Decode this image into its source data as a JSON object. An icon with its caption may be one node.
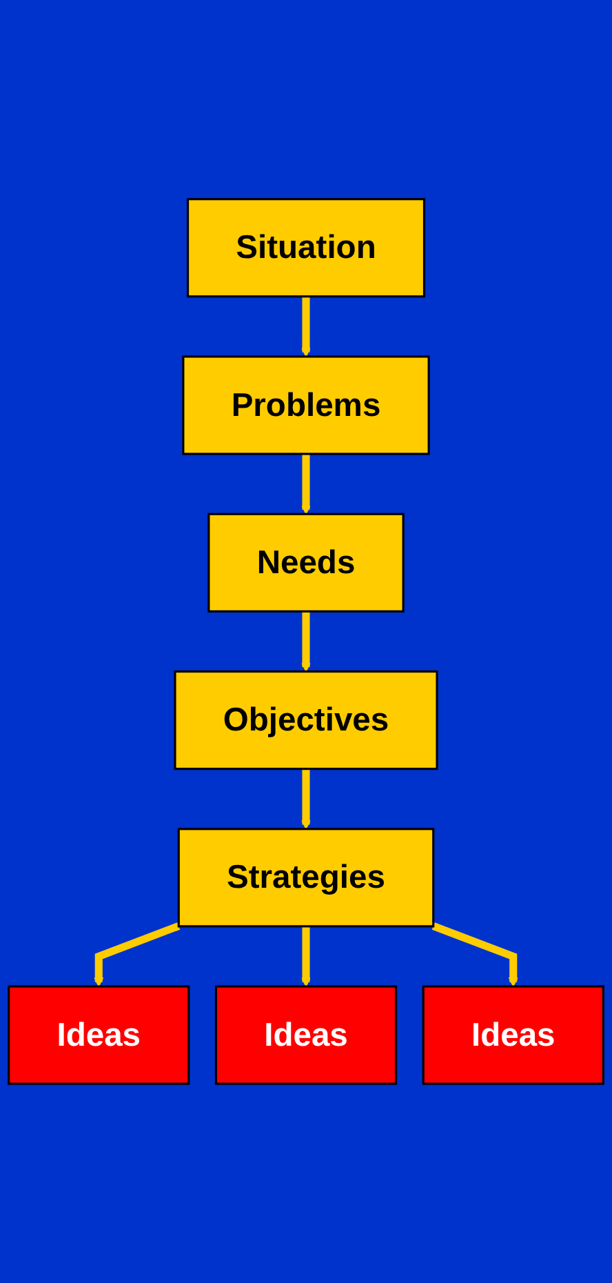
{
  "diagram": {
    "nodes": [
      {
        "text": [
          "Situation"
        ]
      },
      {
        "text": [
          "Problems"
        ]
      },
      {
        "text": [
          "Needs"
        ]
      },
      {
        "text": [
          "Objectives"
        ]
      },
      {
        "text": [
          "Strategies"
        ]
      },
      {
        "text": [
          "Ideas"
        ]
      },
      {
        "text": [
          "Ideas"
        ]
      },
      {
        "text": [
          "Ideas"
        ]
      }
    ],
    "edges": [
      {
        "from": 0,
        "to": 1,
        "arrow": "to"
      },
      {
        "from": 1,
        "to": 2,
        "arrow": "to"
      },
      {
        "from": 2,
        "to": 3,
        "arrow": "to"
      },
      {
        "from": 3,
        "to": 4,
        "arrow": "to"
      },
      {
        "from": 4,
        "to": 5,
        "arrow": "to"
      },
      {
        "from": 4,
        "to": 6,
        "arrow": "to"
      },
      {
        "from": 4,
        "to": 7,
        "arrow": "to"
      }
    ]
  }
}
